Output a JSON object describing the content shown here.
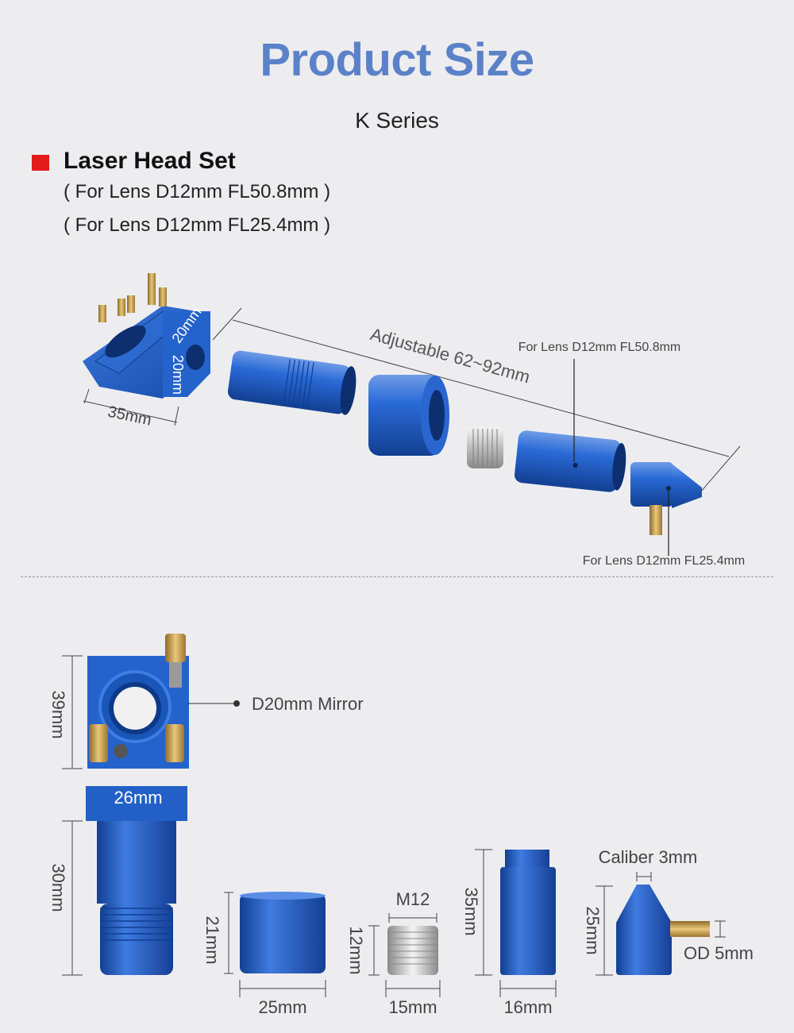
{
  "header": {
    "title": "Product Size",
    "subtitle": "K Series"
  },
  "section": {
    "title": "Laser Head Set",
    "notes": [
      "( For Lens D12mm FL50.8mm )",
      "( For Lens D12mm FL25.4mm )"
    ]
  },
  "exploded_view": {
    "mount_top_dim": "20mm",
    "mount_side_dim": "20mm",
    "mount_width_dim": "35mm",
    "adjustable_label": "Adjustable 62~92mm",
    "callout_fl508": "For Lens D12mm FL50.8mm",
    "callout_fl254": "For Lens D12mm FL25.4mm"
  },
  "parts_view": {
    "mount_height": "39mm",
    "mount_width": "26mm",
    "mirror_label": "D20mm Mirror",
    "tube_length": "30mm",
    "nut_height": "21mm",
    "nut_width": "25mm",
    "ring_thread": "M12",
    "ring_height": "12mm",
    "ring_width": "15mm",
    "extension_length": "35mm",
    "extension_width": "16mm",
    "nozzle_caliber": "Caliber 3mm",
    "nozzle_height": "25mm",
    "nozzle_od": "OD 5mm"
  },
  "colors": {
    "accent_blue": "#5b82c8",
    "part_blue": "#1f5fc8",
    "marker_red": "#e31b1b",
    "brass": "#c9a256"
  }
}
